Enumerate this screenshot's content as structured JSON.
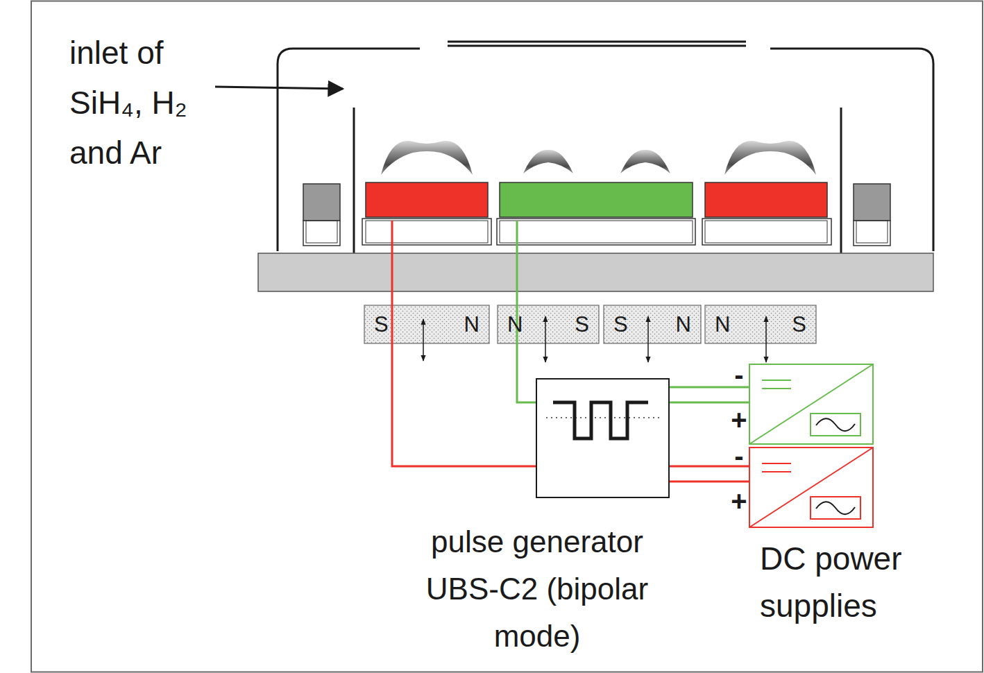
{
  "diagram": {
    "nodes": [
      {
        "text": [
          "S",
          "N"
        ]
      },
      {
        "text": [
          "N",
          "S"
        ]
      },
      {
        "text": [
          "S",
          "N"
        ]
      },
      {
        "text": [
          "N",
          "S"
        ]
      },
      {
        "text": [
          "pulse generator UBS-C2 (bipolar mode)"
        ]
      }
    ],
    "labels": [
      "inlet of SiH₄, H₂ and Ar",
      "DC power supplies",
      "-",
      "+",
      "-",
      "+"
    ]
  }
}
